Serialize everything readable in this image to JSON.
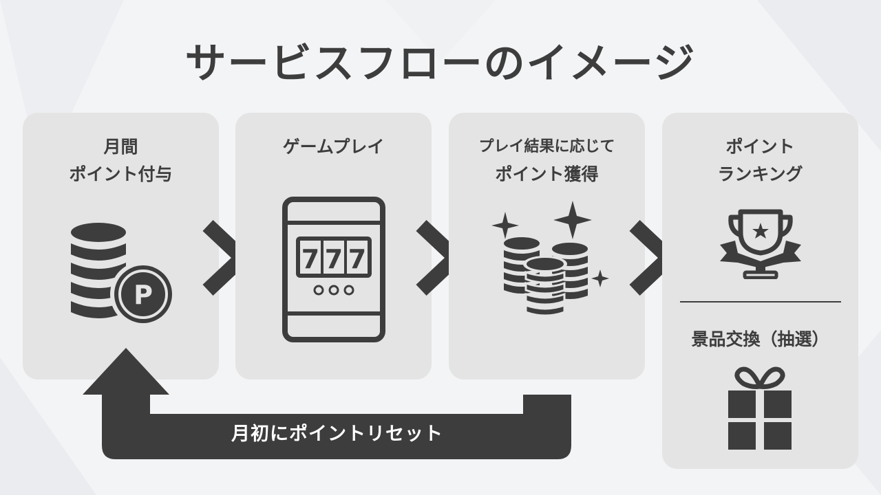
{
  "title": "サービスフローのイメージ",
  "steps": [
    {
      "line1": "月間",
      "line2": "ポイント付与",
      "icon": "coins-point-icon"
    },
    {
      "line1": "ゲームプレイ",
      "line2": "",
      "icon": "slot-machine-icon"
    },
    {
      "line1": "プレイ結果に応じて",
      "line2": "ポイント獲得",
      "icon": "coins-sparkle-icon"
    },
    {
      "line1": "ポイント",
      "line2": "ランキング",
      "icon": "trophy-icon"
    }
  ],
  "prize_label": "景品交換（抽選）",
  "loop_label": "月初にポイントリセット",
  "slot_reels": [
    "7",
    "7",
    "7"
  ],
  "point_symbol": "P",
  "colors": {
    "background": "#f3f4f6",
    "card": "#e4e4e4",
    "dark": "#3d3d3d",
    "text_on_dark": "#ffffff"
  }
}
